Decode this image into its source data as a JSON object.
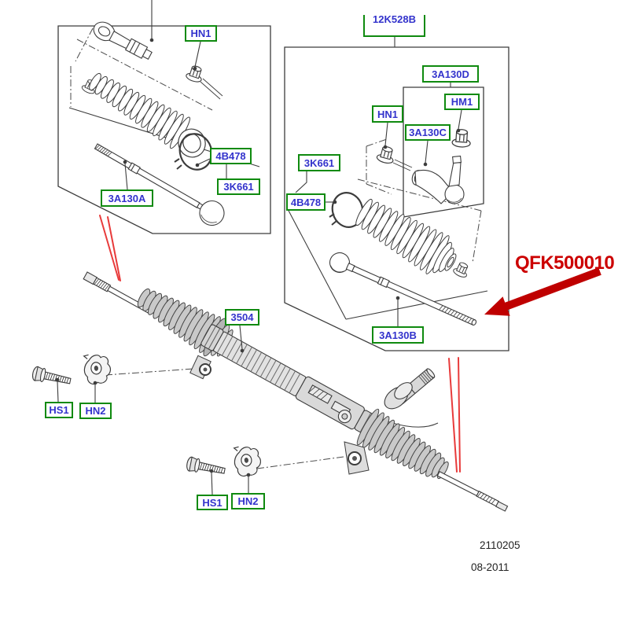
{
  "diagram_type": "exploded-parts-diagram",
  "subject": "steering gear / rack and tie rod kits",
  "colors": {
    "background": "#ffffff",
    "label_border": "#0f8a0f",
    "label_text": "#3333cc",
    "line_art": "#3c3c3c",
    "accent_red": "#cc0000",
    "guide_line_red": "#e83b3b",
    "footer_text": "#222222"
  },
  "highlight": {
    "part_number": "QFK500010"
  },
  "labels": {
    "left_inset": {
      "nut": "HN1",
      "clamp": "4B478",
      "boot_kit": "3K661",
      "inner_tie_rod": "3A130A"
    },
    "right_inset": {
      "assembly": "12K528B",
      "tie_rod_end_kit": "3A130D",
      "lock_nut": "HM1",
      "nut": "HN1",
      "tie_rod_end": "3A130C",
      "boot_kit": "3K661",
      "clamp": "4B478",
      "inner_tie_rod": "3A130B"
    },
    "main_assembly": {
      "steering_gear": "3504",
      "bolt_left": "HS1",
      "clamp_nut_left": "HN2",
      "bolt_bottom": "HS1",
      "clamp_nut_bottom": "HN2"
    }
  },
  "footer": {
    "drawing_number": "2110205",
    "revision_date": "08-2011"
  }
}
